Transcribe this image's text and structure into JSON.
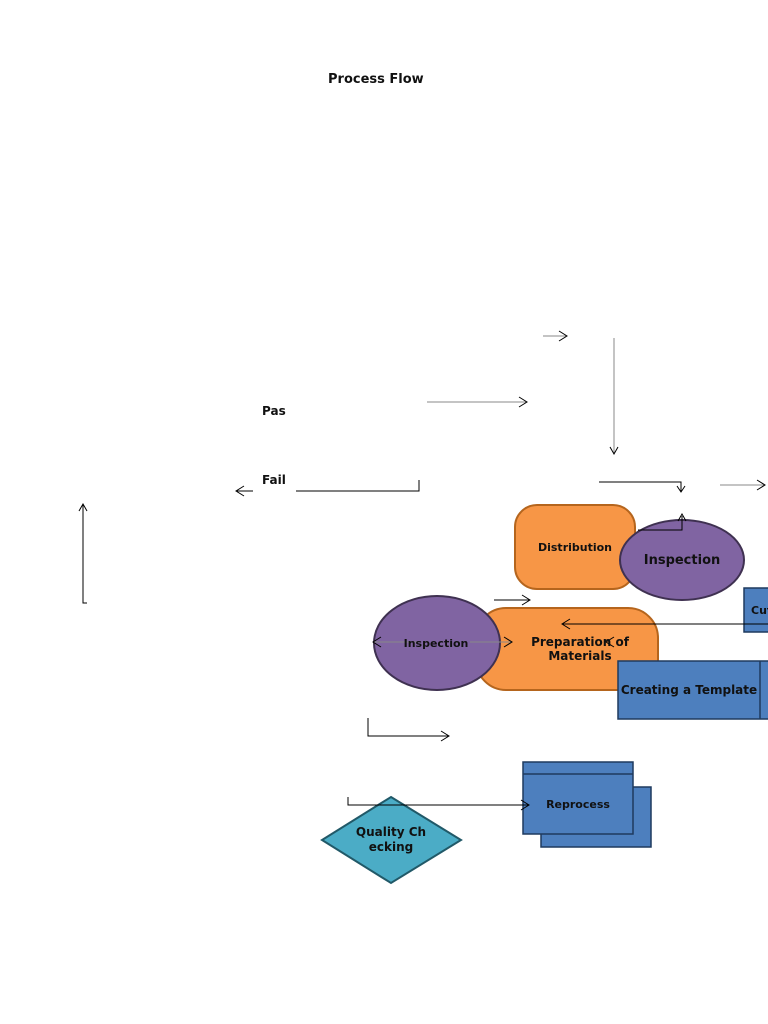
{
  "diagram": {
    "title": "Process Flow",
    "labels": {
      "pass": "Pas",
      "fail": "Fail"
    },
    "nodes": {
      "distribution": "Distribution",
      "inspection_right": "Inspection",
      "cutting": "Cut",
      "preparation": "Preparation of Materials",
      "inspection_left": "Inspection",
      "creating_template": "Creating a Template",
      "reprocess": "Reprocess",
      "quality_checking": "Quality Checking"
    },
    "colors": {
      "process_blue": "#4d7fbe",
      "terminator_orange": "#f79646",
      "inspection_purple": "#8064a2",
      "decision_teal": "#4bacc6",
      "connector": "#000000"
    }
  }
}
